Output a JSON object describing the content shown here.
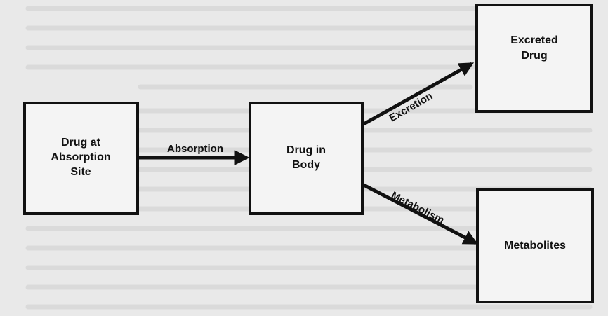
{
  "nodes": {
    "absorption_site": {
      "lines": [
        "Drug at",
        "Absorption",
        "Site"
      ]
    },
    "drug_in_body": {
      "lines": [
        "Drug in",
        "Body"
      ]
    },
    "excreted_drug": {
      "lines": [
        "Excreted",
        "Drug"
      ]
    },
    "metabolites": {
      "lines": [
        "Metabolites"
      ]
    }
  },
  "edges": {
    "absorption": {
      "label": "Absorption"
    },
    "excretion": {
      "label": "Excretion"
    },
    "metabolism": {
      "label": "Metabolism"
    }
  },
  "colors": {
    "ink": "#111111",
    "paper": "#e9e9e9",
    "box_fill": "#f4f4f4",
    "bleed_text": "#c9c9c9"
  }
}
